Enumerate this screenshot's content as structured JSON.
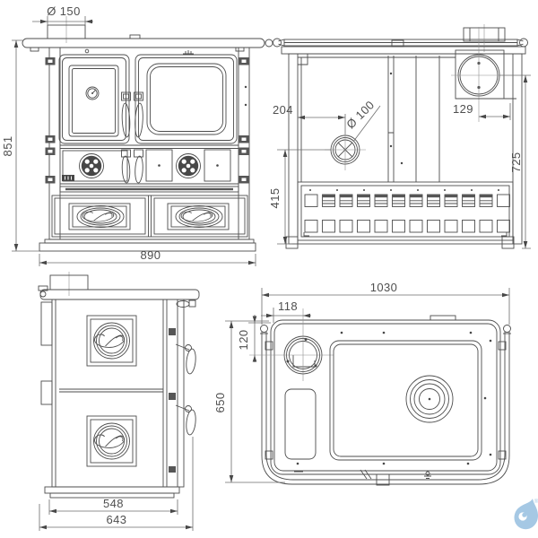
{
  "document": {
    "type": "technical dimension drawing",
    "subject": "wood-burning cooker stove, four orthographic views",
    "background_color": "#ffffff",
    "line_color": "#4d4d4d",
    "dimension_text_color": "#4f4f4f",
    "logo_color": "#a5c8e4"
  },
  "front_view": {
    "flue_diameter": "Ø 150",
    "overall_height": "851",
    "overall_width": "890"
  },
  "rear_view": {
    "inlet_offset_from_left": "204",
    "inlet_diameter": "Ø 100",
    "flue_offset_from_right": "129",
    "flue_center_height": "725",
    "inlet_center_height": "415"
  },
  "side_view": {
    "body_depth": "548",
    "overall_depth": "643"
  },
  "top_view": {
    "overall_width": "1030",
    "flue_center_from_left": "118",
    "flue_center_from_back": "120",
    "overall_depth": "650"
  },
  "logo": {
    "registered_symbol": "®"
  }
}
